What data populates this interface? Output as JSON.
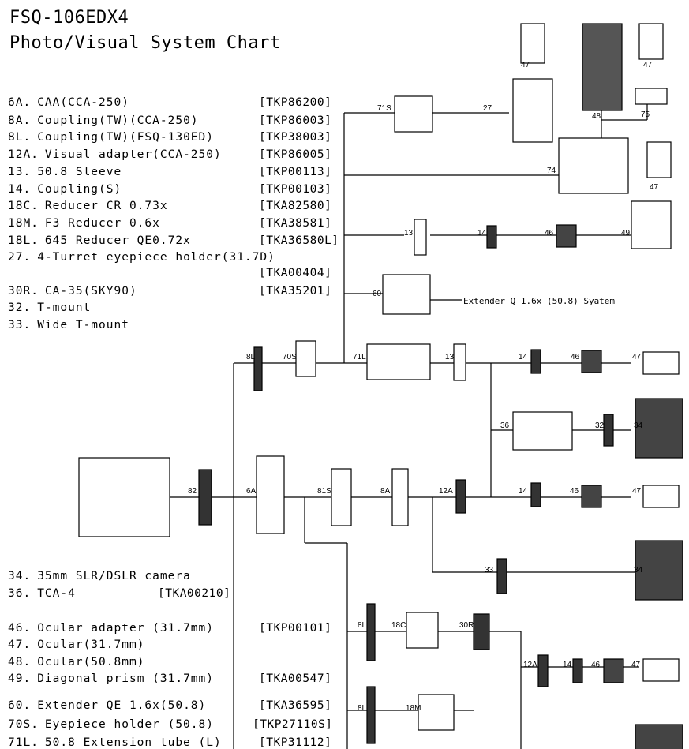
{
  "title": {
    "line1": "FSQ-106EDX4",
    "line2": "Photo/Visual System Chart"
  },
  "parts_top": [
    {
      "code": "6A.",
      "name": "CAA(CCA-250)",
      "catalog": "[TKP86200]"
    },
    {
      "code": "8A.",
      "name": "Coupling(TW)(CCA-250)",
      "catalog": "[TKP86003]"
    },
    {
      "code": "8L.",
      "name": "Coupling(TW)(FSQ-130ED)",
      "catalog": "[TKP38003]"
    },
    {
      "code": "12A.",
      "name": "Visual adapter(CCA-250)",
      "catalog": "[TKP86005]"
    },
    {
      "code": "13.",
      "name": "50.8 Sleeve",
      "catalog": "[TKP00113]"
    },
    {
      "code": "14.",
      "name": "Coupling(S)",
      "catalog": "[TKP00103]"
    },
    {
      "code": "18C.",
      "name": "Reducer CR 0.73x",
      "catalog": "[TKA82580]"
    },
    {
      "code": "18M.",
      "name": "F3 Reducer 0.6x",
      "catalog": "[TKA38581]"
    },
    {
      "code": "18L.",
      "name": "645 Reducer QE0.72x",
      "catalog": "[TKA36580L]"
    },
    {
      "code": "27.",
      "name": "4-Turret eyepiece holder(31.7D)",
      "catalog": "[TKA00404]"
    },
    {
      "code": "30R.",
      "name": "CA-35(SKY90)",
      "catalog": "[TKA35201]"
    },
    {
      "code": "32.",
      "name": "T-mount",
      "catalog": ""
    },
    {
      "code": "33.",
      "name": "Wide T-mount",
      "catalog": ""
    }
  ],
  "parts_bottom": [
    {
      "code": "34.",
      "name": "35mm SLR/DSLR camera",
      "catalog": ""
    },
    {
      "code": "36.",
      "name": "TCA-4",
      "catalog": "[TKA00210]"
    },
    {
      "code": "46.",
      "name": "Ocular adapter (31.7mm)",
      "catalog": "[TKP00101]"
    },
    {
      "code": "47.",
      "name": "Ocular(31.7mm)",
      "catalog": ""
    },
    {
      "code": "48.",
      "name": "Ocular(50.8mm)",
      "catalog": ""
    },
    {
      "code": "49.",
      "name": "Diagonal prism (31.7mm)",
      "catalog": "[TKA00547]"
    },
    {
      "code": "60.",
      "name": "Extender QE 1.6x(50.8)",
      "catalog": "[TKA36595]"
    },
    {
      "code": "70S.",
      "name": "Eyepiece holder (50.8)",
      "catalog": "[TKP27110S]"
    },
    {
      "code": "71L.",
      "name": "50.8 Extension tube (L)",
      "catalog": "[TKP31112]"
    }
  ],
  "diagram": {
    "labels": [
      "47",
      "27",
      "71S",
      "48",
      "75",
      "47",
      "74",
      "47",
      "13",
      "14",
      "46",
      "49",
      "60",
      "8L",
      "70S",
      "71L",
      "13",
      "14",
      "46",
      "47",
      "36",
      "32",
      "34",
      "82",
      "6A",
      "81S",
      "8A",
      "12A",
      "14",
      "46",
      "47",
      "33",
      "34",
      "8L",
      "18C",
      "30R",
      "12A",
      "14",
      "46",
      "47",
      "8L",
      "18M"
    ],
    "extender_note": "Extender Q 1.6x (50.8) Syatem"
  }
}
